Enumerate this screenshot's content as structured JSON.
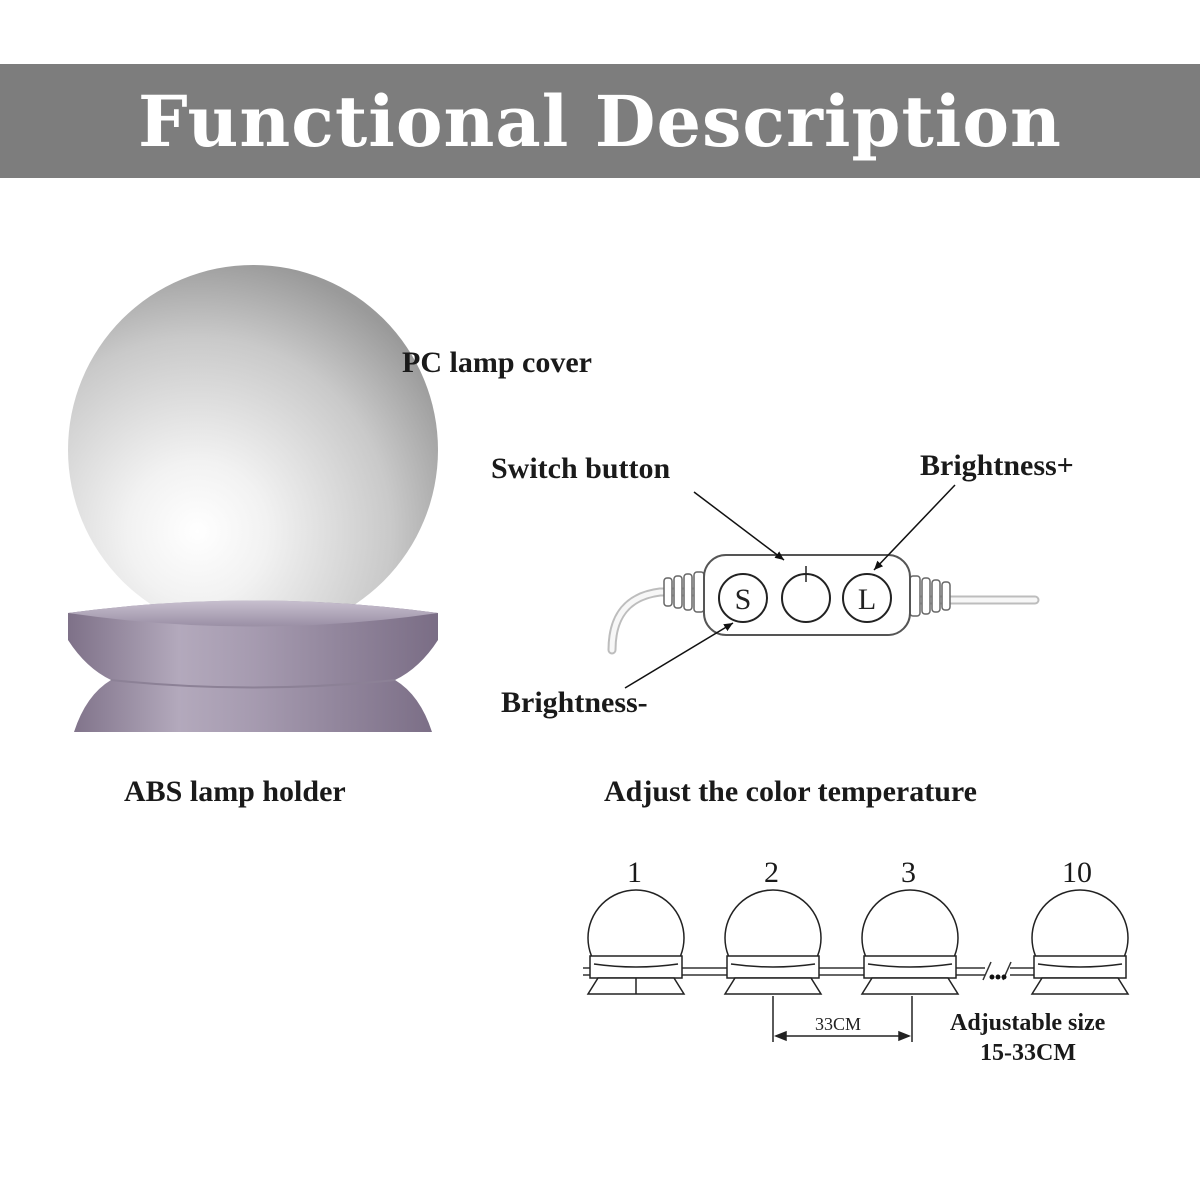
{
  "title": "Functional Description",
  "labels": {
    "pc_lamp_cover": "PC lamp cover",
    "abs_lamp_holder": "ABS lamp holder",
    "switch_button": "Switch button",
    "brightness_plus": "Brightness+",
    "brightness_minus": "Brightness-",
    "adjust_color_temperature": "Adjust the color temperature",
    "adjustable_size_line1": "Adjustable size",
    "adjustable_size_line2": "15-33CM",
    "spacing": "33CM"
  },
  "controller": {
    "left_button": "S",
    "right_button": "L"
  },
  "bulb_numbers": [
    "1",
    "2",
    "3",
    "10"
  ],
  "colors": {
    "banner": "#7d7d7d",
    "holder": "#9b8fa6",
    "globe": "#d8d8d8"
  }
}
